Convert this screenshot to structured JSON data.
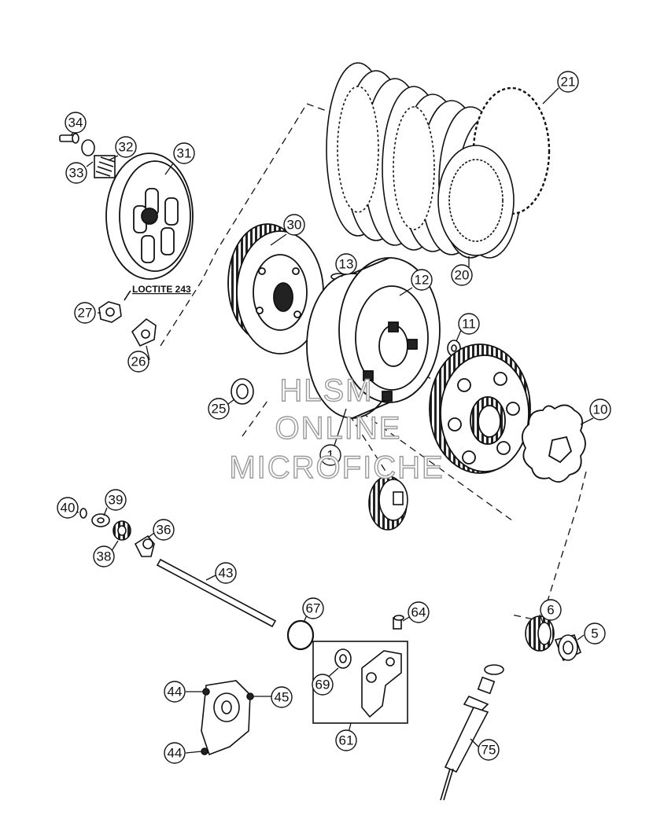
{
  "note": {
    "text": "LOCTITE 243"
  },
  "watermark": {
    "lines": [
      "HLSM",
      "ONLINE",
      "MICROFICHE"
    ]
  },
  "callouts": {
    "c1": "1",
    "c5": "5",
    "c6": "6",
    "c10": "10",
    "c11": "11",
    "c12": "12",
    "c13": "13",
    "c20": "20",
    "c21": "21",
    "c25": "25",
    "c26": "26",
    "c27": "27",
    "c30": "30",
    "c31": "31",
    "c32": "32",
    "c33": "33",
    "c34": "34",
    "c36": "36",
    "c38": "38",
    "c39": "39",
    "c40": "40",
    "c43": "43",
    "c44a": "44",
    "c44b": "44",
    "c45": "45",
    "c61": "61",
    "c64": "64",
    "c67": "67",
    "c69": "69",
    "c75": "75"
  }
}
